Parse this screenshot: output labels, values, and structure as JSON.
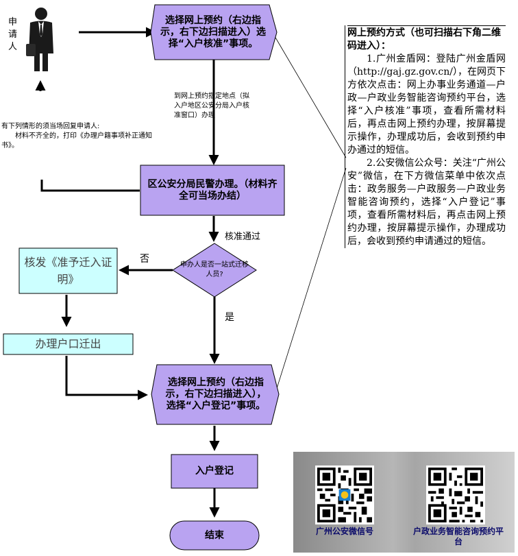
{
  "applicant": {
    "label": "申请人"
  },
  "steps": {
    "step1": "选择网上预约（右边指示，右下边扫描进入）选择“入户核准”事项。",
    "note_go": "到网上预约指定地点（拟入户地区公安分局入户核准窗口）办理",
    "step2": "区公安分局民警办理。（材料齐全可当场办结）",
    "approved": "核准通过",
    "decision": "申办人是否一站式迁移人员?",
    "no": "否",
    "yes": "是",
    "issue_permit": "核发《准予迁入证明》",
    "move_out": "办理户口迁出",
    "step3": "选择网上预约（右边指示，右下边扫描进入），选择“入户登记”事项。",
    "register": "入户登记",
    "end": "结束"
  },
  "left_note": {
    "line1": "有下列情形的须当场回复申请人:",
    "line2": "材料不齐全的，打印《办理户籍事项补正通知书》。"
  },
  "panel": {
    "title": "网上预约方式（也可扫描右下角二维码进入）：",
    "para1": "1.广州金盾网：登陆广州金盾网（http://gaj.gz.gov.cn/），在网页下方依次点击：网上办事业务通道—户政—户政业务智能咨询预约平台，选择“入户核准”事项，查看所需材料后，再点击网上预约办理，按屏幕提示操作，办理成功后，会收到预约申办通过的短信。",
    "para2": "2.公安微信公众号：关注“广州公安”微信，在下方微信菜单中依次点击：政务服务—户政服务—户政业务智能咨询预约，选择“入户登记”事项，查看所需材料后，再点击网上预约办理，按屏幕提示操作，办理成功后，会收到预约申请通过的短信。"
  },
  "qr": {
    "left_caption": "广州公安微信号",
    "right_caption": "户政业务智能咨询预约平台"
  },
  "colors": {
    "purple": "#b9a3f1",
    "cyan": "#ccffff",
    "line": "#000000"
  }
}
